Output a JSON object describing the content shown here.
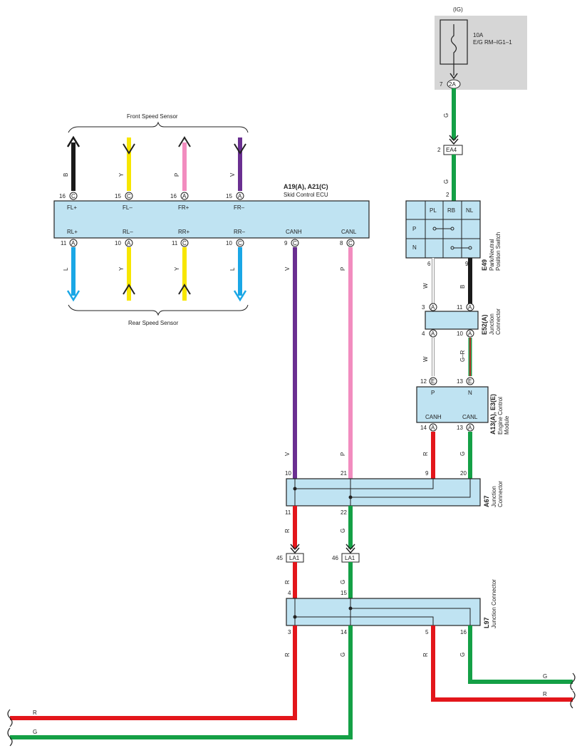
{
  "colors": {
    "black": "#1a1a1a",
    "yellow": "#f7e600",
    "pink": "#f28cbf",
    "violet": "#6a2f91",
    "blue": "#1aa7e6",
    "red": "#e3161b",
    "green": "#14a046",
    "white": "#d7d7d7",
    "green_red": "#1f9a4b",
    "gray_bg": "#d6d6d6",
    "component_fill": "#bfe3f2"
  },
  "power": {
    "ig": "(IG)",
    "fuse_amp": "10A",
    "fuse_name": "E/G RM–IG1–1",
    "pin": "7",
    "connector": "2A"
  },
  "ea4": {
    "pin": "2",
    "label": "EA4",
    "wire_above": "G",
    "wire_below": "G"
  },
  "front_sensor": {
    "label": "Front Speed Sensor",
    "wires": [
      "B",
      "Y",
      "P",
      "V"
    ]
  },
  "rear_sensor": {
    "label": "Rear Speed Sensor",
    "wires": [
      "L",
      "Y",
      "Y",
      "L"
    ]
  },
  "ecu": {
    "code": "A19(A), A21(C)",
    "name": "Skid Control ECU",
    "top_pins": [
      {
        "num": "16",
        "conn": "C",
        "label": "FL+"
      },
      {
        "num": "15",
        "conn": "C",
        "label": "FL–"
      },
      {
        "num": "16",
        "conn": "A",
        "label": "FR+"
      },
      {
        "num": "15",
        "conn": "A",
        "label": "FR–"
      }
    ],
    "bottom_pins": [
      {
        "num": "11",
        "conn": "A",
        "label": "RL+"
      },
      {
        "num": "10",
        "conn": "A",
        "label": "RL–"
      },
      {
        "num": "11",
        "conn": "C",
        "label": "RR+"
      },
      {
        "num": "10",
        "conn": "C",
        "label": "RR–"
      },
      {
        "num": "9",
        "conn": "C",
        "label": "CANH",
        "wire": "V"
      },
      {
        "num": "8",
        "conn": "C",
        "label": "CANL",
        "wire": "P"
      }
    ]
  },
  "pnp": {
    "code": "E49",
    "name1": "Park/Neutral",
    "name2": "Position Switch",
    "pin_in": "2",
    "pin_w": "6",
    "pin_b": "9",
    "headers": [
      "PL",
      "RB",
      "NL"
    ],
    "rows": [
      "P",
      "N"
    ],
    "wire_w": "W",
    "wire_b": "B"
  },
  "e52": {
    "code": "E52(A)",
    "name1": "Junction",
    "name2": "Connector",
    "pins": [
      {
        "num": "3",
        "conn": "A"
      },
      {
        "num": "11",
        "conn": "A"
      },
      {
        "num": "4",
        "conn": "A"
      },
      {
        "num": "10",
        "conn": "A"
      }
    ],
    "wire_w": "W",
    "wire_gr": "G–R"
  },
  "ecm": {
    "code": "A13(A), E3(E)",
    "name1": "Engine Control",
    "name2": "Module",
    "top_pins": [
      {
        "num": "12",
        "conn": "E",
        "label": "P"
      },
      {
        "num": "13",
        "conn": "E",
        "label": "N"
      }
    ],
    "bottom_pins": [
      {
        "num": "14",
        "conn": "A",
        "label": "CANH",
        "wire": "R"
      },
      {
        "num": "13",
        "conn": "A",
        "label": "CANL",
        "wire": "G"
      }
    ]
  },
  "a67": {
    "code": "A67",
    "name1": "Junction",
    "name2": "Connector",
    "top_pins": [
      "10",
      "21",
      "9",
      "20"
    ],
    "bottom_pins": [
      "11",
      "22"
    ],
    "wires_top": [
      "V",
      "P"
    ],
    "wires_bottom": [
      "R",
      "G"
    ]
  },
  "la1": {
    "left": {
      "pin": "45",
      "label": "LA1"
    },
    "right": {
      "pin": "46",
      "label": "LA1"
    },
    "wires_below": [
      "R",
      "G"
    ]
  },
  "l97": {
    "code": "L97",
    "name": "Junction Connector",
    "top_pins": [
      "4",
      "15"
    ],
    "bottom_pins": [
      "3",
      "14",
      "5",
      "16"
    ],
    "wires_bottom": [
      "R",
      "G",
      "R",
      "G"
    ]
  },
  "outputs": {
    "bottom_left": [
      "R",
      "G"
    ],
    "right": [
      "G",
      "R"
    ]
  }
}
